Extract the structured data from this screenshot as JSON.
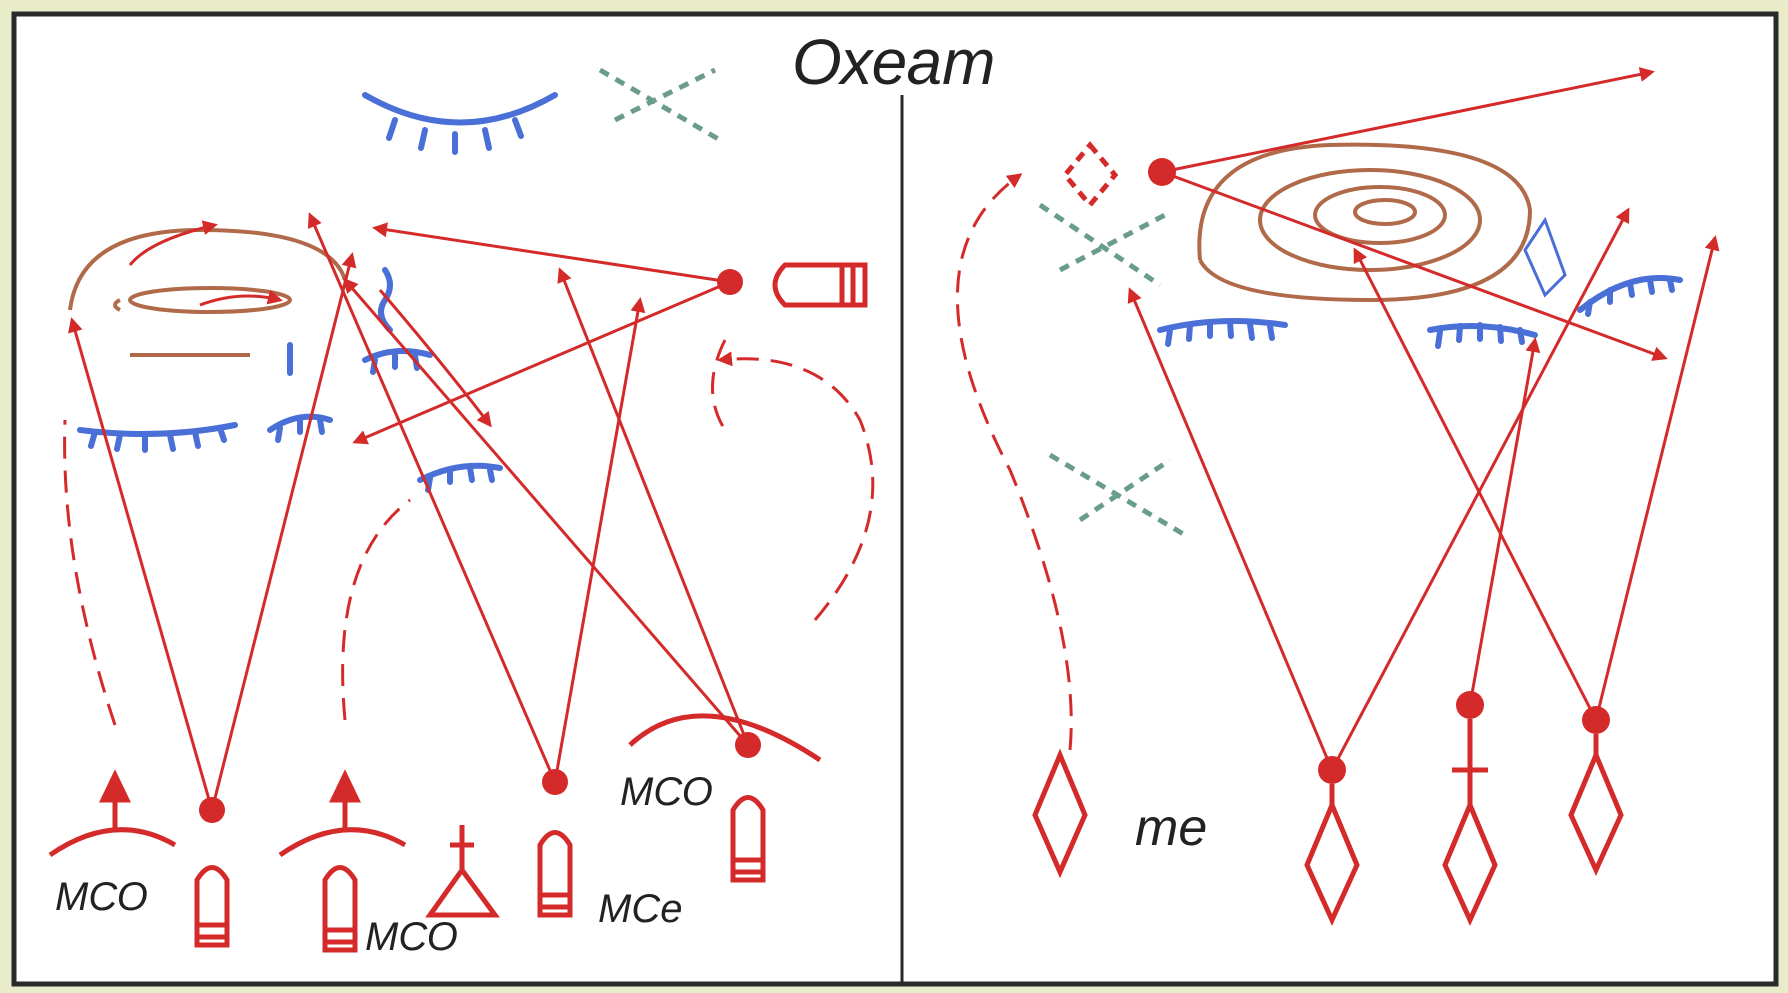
{
  "title": "Охеат",
  "labels": {
    "mco_1": "МСО",
    "mco_2": "МСО",
    "mco_3": "МСО",
    "mce": "МСе",
    "me": "те"
  },
  "colors": {
    "red": "#d42a2a",
    "blue": "#4a6fd6",
    "brown": "#b06a4a",
    "teal": "#6a9c8c",
    "border": "#2a2a2a",
    "paper": "#ffffff",
    "outer": "#e9ecc9"
  },
  "icons": {
    "ship": "ship-icon",
    "submarine": "submarine-icon",
    "diamond": "diamond-marker-icon",
    "aircraft": "aircraft-icon",
    "coastal": "coastal-station-icon",
    "ice": "ice-edge-icon",
    "eddy": "eddy-contour-icon",
    "front": "front-crossing-icon"
  }
}
